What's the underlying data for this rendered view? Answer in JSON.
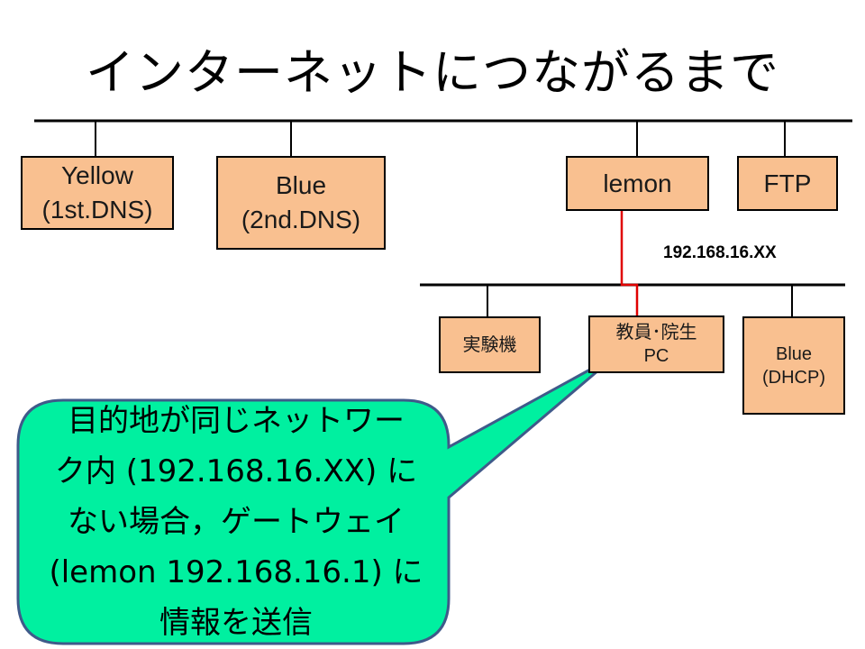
{
  "title": "インターネットにつながるまで",
  "nodes": {
    "yellow": {
      "line1": "Yellow",
      "line2": "(1st.DNS)"
    },
    "blue_dns": {
      "line1": "Blue",
      "line2": "(2nd.DNS)"
    },
    "lemon": {
      "label": "lemon"
    },
    "ftp": {
      "label": "FTP"
    },
    "experiment": {
      "label": "実験機"
    },
    "staff_pc": {
      "line1": "教員･院生",
      "line2": "PC"
    },
    "blue_dhcp": {
      "line1": "Blue",
      "line2": "(DHCP)"
    }
  },
  "subnet_label": "192.168.16.XX",
  "callout": {
    "lines": [
      "目的地が同じネットワー",
      "ク内 (192.168.16.XX) に",
      "ない場合，ゲートウェイ",
      "(lemon 192.168.16.1) に",
      "情報を送信"
    ],
    "fill": "#00f0a0",
    "border": "#3f5a8a"
  },
  "colors": {
    "node_fill": "#f9c090",
    "route_line": "#e00000"
  }
}
